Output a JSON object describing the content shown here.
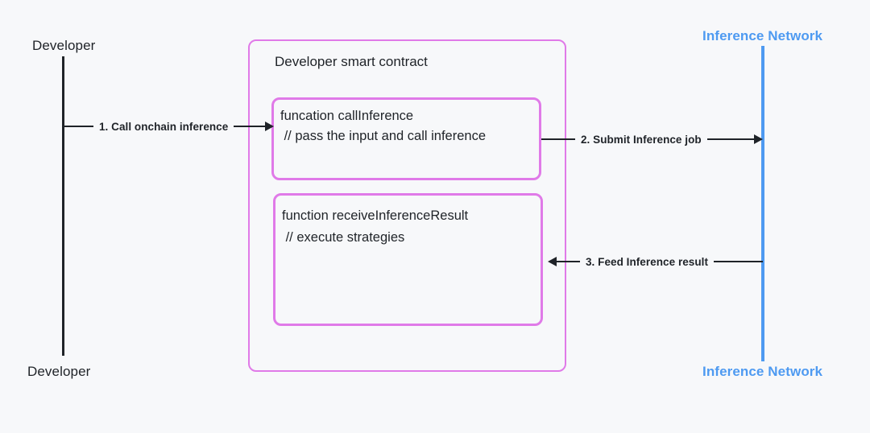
{
  "diagram": {
    "type": "sequence-diagram",
    "background_color": "#f7f8fa",
    "accent_color": "#e07ae8",
    "network_color": "#4e9af1",
    "text_color": "#1f2328"
  },
  "actors": {
    "developer": {
      "top_label": "Developer",
      "bottom_label": "Developer"
    },
    "inference_network": {
      "top_label": "Inference Network",
      "bottom_label": "Inference Network"
    }
  },
  "contract": {
    "title": "Developer smart contract",
    "functions": [
      {
        "signature": "funcation callInference",
        "comment": " // pass the input and call inference"
      },
      {
        "signature": "function receiveInferenceResult",
        "comment": " // execute strategies"
      }
    ]
  },
  "messages": [
    {
      "label": "1. Call onchain inference",
      "direction": "right"
    },
    {
      "label": "2. Submit Inference job",
      "direction": "right"
    },
    {
      "label": "3. Feed Inference result",
      "direction": "left"
    }
  ]
}
